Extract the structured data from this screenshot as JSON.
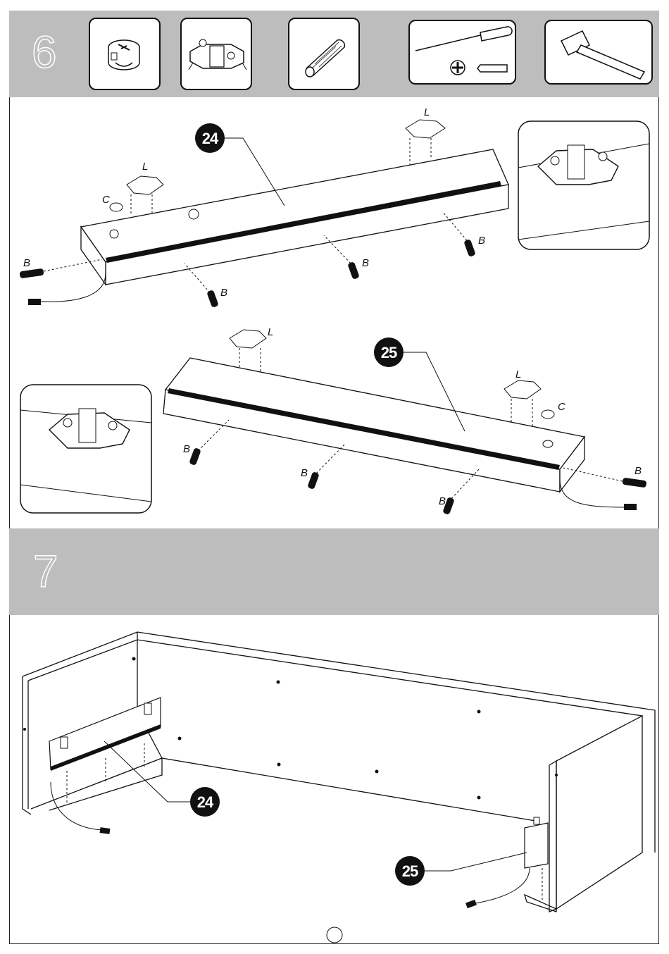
{
  "steps": [
    {
      "number": "6",
      "tools": [
        "cam-lock-icon",
        "hinge-plate-icon",
        "dowel-icon",
        "screwdriver-icon",
        "hammer-icon"
      ]
    },
    {
      "number": "7"
    }
  ],
  "parts": {
    "top_rail": "24",
    "bottom_rail": "25"
  },
  "labels": {
    "cam_lock": "C",
    "hinge_plate": "L",
    "dowel": "B"
  },
  "colors": {
    "band": "#bdbdbd",
    "ink": "#111111",
    "strip": "#111111"
  }
}
